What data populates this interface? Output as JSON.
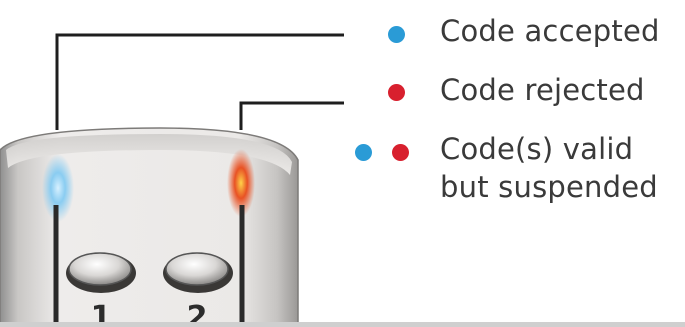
{
  "legend": {
    "items": [
      {
        "label": "Code accepted",
        "dots": [
          "#2a9bd6"
        ]
      },
      {
        "label": "Code rejected",
        "dots": [
          "#d8202e"
        ]
      },
      {
        "label_line1": "Code(s) valid",
        "label_line2": "but suspended",
        "dots": [
          "#2a9bd6",
          "#d8202e"
        ]
      }
    ]
  },
  "keypad": {
    "buttons": [
      {
        "label": "1"
      },
      {
        "label": "2"
      }
    ],
    "leds": [
      {
        "name": "blue-led",
        "color": "#2a9bd6"
      },
      {
        "name": "red-led",
        "color": "#d8202e"
      }
    ]
  },
  "colors": {
    "accepted": "#2a9bd6",
    "rejected": "#d8202e",
    "device_body": "#e6e4e2",
    "leader_line": "#1e1e1e"
  }
}
